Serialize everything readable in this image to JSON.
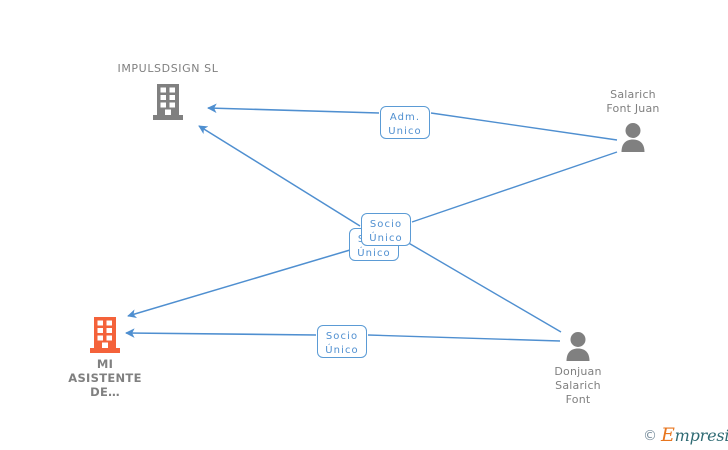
{
  "diagram": {
    "type": "relationship-graph",
    "background_color": "#ffffff",
    "edge_color": "#4f8fd0",
    "company_color": "#808080",
    "highlight_company_color": "#f4623a",
    "person_color": "#808080",
    "nodes": [
      {
        "id": "impulsdsign",
        "kind": "company",
        "icon": "building-icon",
        "label": "IMPULSDSIGN SL",
        "color": "#808080"
      },
      {
        "id": "mi-asistente",
        "kind": "company",
        "icon": "building-icon",
        "label": "MI\nASISTENTE\nDE…",
        "color": "#f4623a"
      },
      {
        "id": "salarich-font-juan",
        "kind": "person",
        "icon": "person-icon",
        "label": "Salarich\nFont Juan",
        "color": "#808080"
      },
      {
        "id": "donjuan-salarich-font",
        "kind": "person",
        "icon": "person-icon",
        "label": "Donjuan\nSalarich\nFont",
        "color": "#808080"
      }
    ],
    "edges": [
      {
        "id": "adm-unico",
        "from": "salarich-font-juan",
        "to": "impulsdsign",
        "label": "Adm.\nUnico"
      },
      {
        "id": "socio-unico-front",
        "from": "salarich-font-juan",
        "to": "impulsdsign",
        "label": "Socio\nÚnico"
      },
      {
        "id": "socio-unico-back",
        "from": "donjuan-salarich-font",
        "to": "mi-asistente",
        "label": "Socio\nÚnico"
      },
      {
        "id": "socio-unico-lower",
        "from": "donjuan-salarich-font",
        "to": "mi-asistente",
        "label": "Socio\nÚnico"
      }
    ]
  },
  "watermark": {
    "copyright": "©",
    "brand_first_letter": "E",
    "brand_rest": "mpresia"
  }
}
